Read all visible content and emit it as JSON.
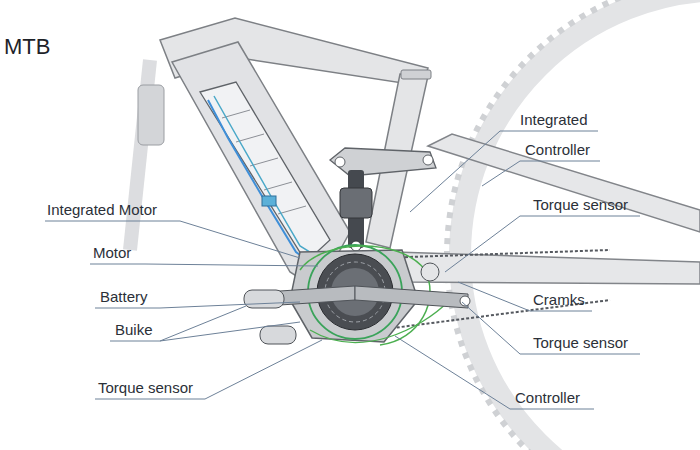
{
  "diagram": {
    "title": "MTB",
    "labels": [
      "Integrated",
      "Controller",
      "Integrated Motor",
      "Torque sensor",
      "Motor",
      "Battery",
      "Cramks",
      "Buike",
      "Torque sensor",
      "Torque sensor",
      "Controller"
    ]
  }
}
